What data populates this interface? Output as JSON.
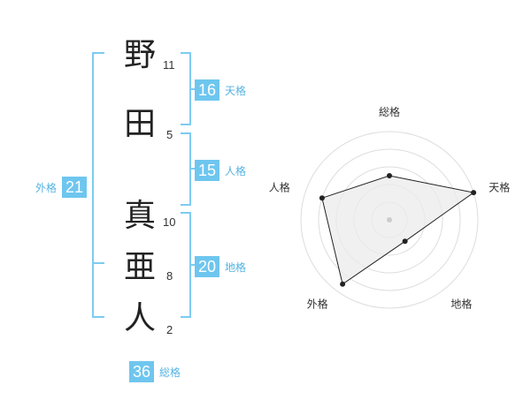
{
  "name_chars": [
    {
      "char": "野",
      "strokes": "11"
    },
    {
      "char": "田",
      "strokes": "5"
    },
    {
      "char": "真",
      "strokes": "10"
    },
    {
      "char": "亜",
      "strokes": "8"
    },
    {
      "char": "人",
      "strokes": "2"
    }
  ],
  "kaku": {
    "tenkaku": {
      "value": "16",
      "label": "天格"
    },
    "jinkaku": {
      "value": "15",
      "label": "人格"
    },
    "chikaku": {
      "value": "20",
      "label": "地格"
    },
    "gaikaku": {
      "value": "21",
      "label": "外格"
    },
    "soukaku": {
      "value": "36",
      "label": "総格"
    }
  },
  "colors": {
    "accent": "#6ec6ef",
    "bracket": "#7ecbf0",
    "accent_text": "#55b3e3"
  },
  "chart_data": {
    "type": "radar",
    "axes": [
      "総格",
      "天格",
      "地格",
      "外格",
      "人格"
    ],
    "scale": {
      "min": 0,
      "max": 5,
      "rings": 5
    },
    "values": [
      2.5,
      5,
      1.5,
      4.5,
      4
    ]
  }
}
